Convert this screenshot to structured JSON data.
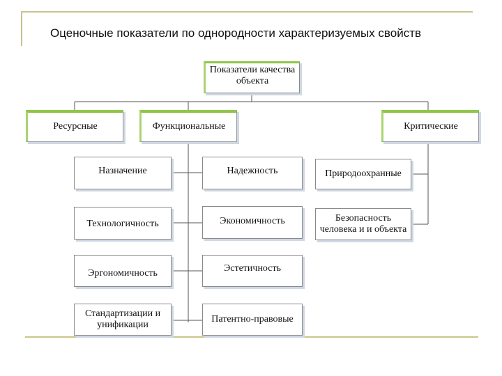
{
  "title": "Оценочные показатели по однородности характеризуемых свойств",
  "root": "Показатели качества объекта",
  "categories": {
    "resource": "Ресурсные",
    "functional": "Функциональные",
    "critical": "Критические"
  },
  "functional_left": {
    "purpose": "Назначение",
    "manufacturability": "Технологичность",
    "ergonomics": "Эргономичность",
    "standardization": "Стандартизации и унификации"
  },
  "functional_right": {
    "reliability": "Надежность",
    "economy": "Экономичность",
    "aesthetics": "Эстетичность",
    "patent": "Патентно-правовые"
  },
  "critical_items": {
    "environmental": "Природоохранные",
    "safety": "Безопасность человека и и объекта"
  }
}
